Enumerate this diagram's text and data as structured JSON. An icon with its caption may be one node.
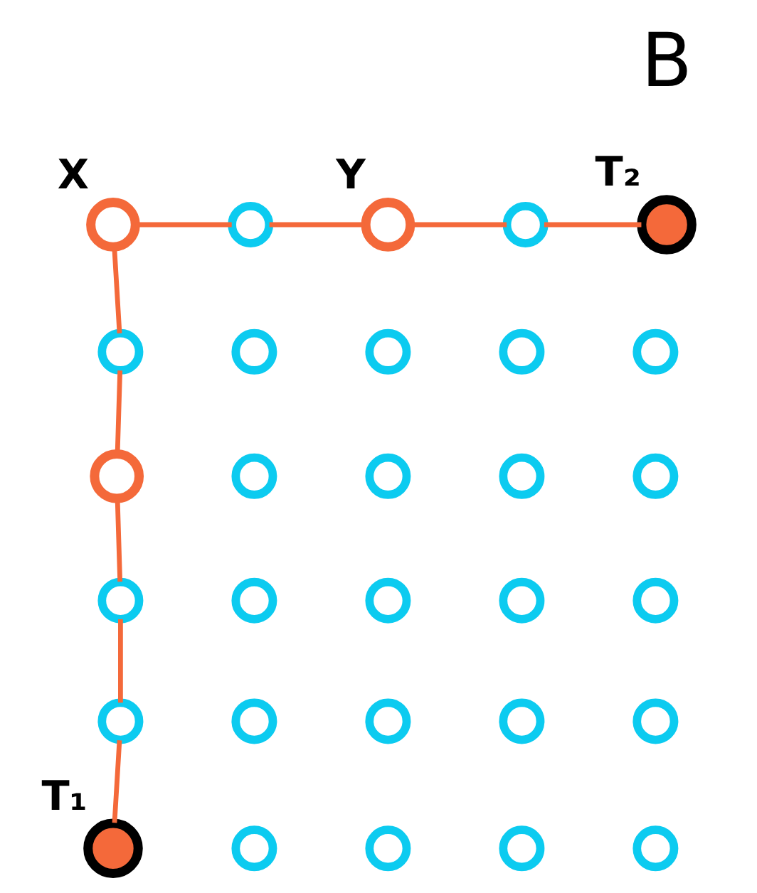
{
  "diagram": {
    "nodes": [
      {
        "text": [],
        "shape": "circle",
        "beside": [
          "X"
        ]
      },
      {
        "text": [],
        "shape": "circle"
      },
      {
        "text": [],
        "shape": "circle",
        "beside": [
          "Y"
        ]
      },
      {
        "text": [],
        "shape": "circle"
      },
      {
        "text": [],
        "shape": "circle",
        "beside": [
          "T₂"
        ]
      },
      {
        "text": [],
        "shape": "circle"
      },
      {
        "text": [],
        "shape": "circle"
      },
      {
        "text": [],
        "shape": "circle"
      },
      {
        "text": [],
        "shape": "circle"
      },
      {
        "text": [],
        "shape": "circle"
      },
      {
        "text": [],
        "shape": "circle"
      },
      {
        "text": [],
        "shape": "circle"
      },
      {
        "text": [],
        "shape": "circle"
      },
      {
        "text": [],
        "shape": "circle"
      },
      {
        "text": [],
        "shape": "circle"
      },
      {
        "text": [],
        "shape": "circle"
      },
      {
        "text": [],
        "shape": "circle"
      },
      {
        "text": [],
        "shape": "circle"
      },
      {
        "text": [],
        "shape": "circle"
      },
      {
        "text": [],
        "shape": "circle"
      },
      {
        "text": [],
        "shape": "circle"
      },
      {
        "text": [],
        "shape": "circle"
      },
      {
        "text": [],
        "shape": "circle"
      },
      {
        "text": [],
        "shape": "circle"
      },
      {
        "text": [],
        "shape": "circle"
      },
      {
        "text": [],
        "shape": "circle",
        "beside": [
          "T₁"
        ]
      },
      {
        "text": [],
        "shape": "circle"
      },
      {
        "text": [],
        "shape": "circle"
      },
      {
        "text": [],
        "shape": "circle"
      },
      {
        "text": [],
        "shape": "circle"
      }
    ],
    "edges": [
      {
        "from": 0,
        "to": 1,
        "arrow": "none"
      },
      {
        "from": 1,
        "to": 2,
        "arrow": "none"
      },
      {
        "from": 2,
        "to": 3,
        "arrow": "none"
      },
      {
        "from": 3,
        "to": 4,
        "arrow": "none"
      },
      {
        "from": 0,
        "to": 5,
        "arrow": "none"
      },
      {
        "from": 5,
        "to": 10,
        "arrow": "none"
      },
      {
        "from": 10,
        "to": 15,
        "arrow": "none"
      },
      {
        "from": 15,
        "to": 20,
        "arrow": "none"
      },
      {
        "from": 20,
        "to": 25,
        "arrow": "none"
      }
    ],
    "labels": [
      "B"
    ]
  }
}
